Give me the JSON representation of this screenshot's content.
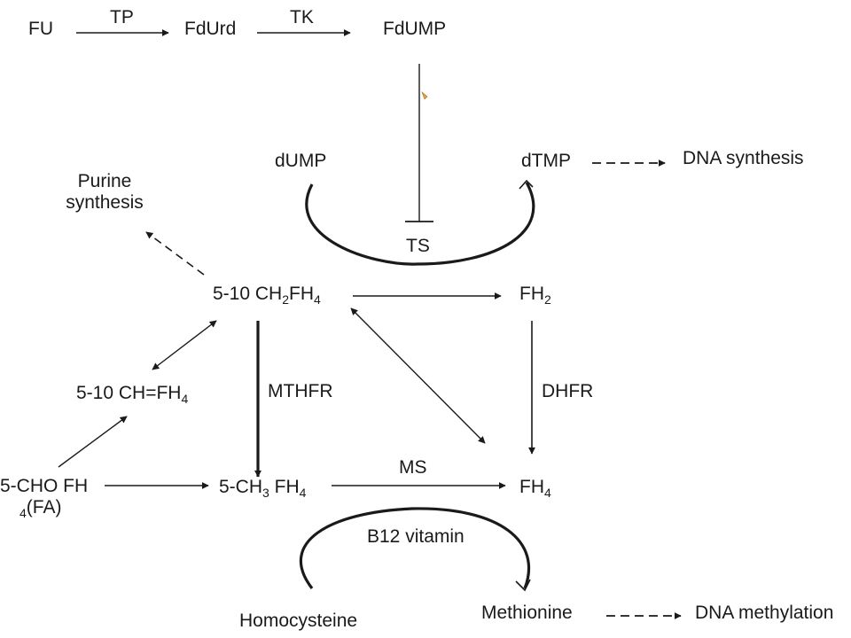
{
  "colors": {
    "ink": "#1a1a1a",
    "background": "#ffffff",
    "fdump_mark": "#e0a83a"
  },
  "nodes": {
    "fu": "FU",
    "fdurd": "FdUrd",
    "fdump": "FdUMP",
    "dump": "dUMP",
    "dtmp": "dTMP",
    "dna_synthesis": "DNA synthesis",
    "purine_line1": "Purine",
    "purine_line2": "synthesis",
    "ch2fh4_prefix": "5-10 CH",
    "ch2fh4_sub1": "2",
    "ch2fh4_mid": "FH",
    "ch2fh4_sub2": "4",
    "fh2_main": "FH",
    "fh2_sub": "2",
    "chfh4_main": "5-10 CH=FH",
    "chfh4_sub": "4",
    "cho_line1": "5-CHO FH",
    "cho_sub": "4",
    "cho_line2": "(FA)",
    "ch3fh4_prefix": "5-CH",
    "ch3fh4_sub1": "3",
    "ch3fh4_mid": " FH",
    "ch3fh4_sub2": "4",
    "fh4_main": "FH",
    "fh4_sub": "4",
    "homocysteine": "Homocysteine",
    "methionine": "Methionine",
    "dna_methylation": "DNA methylation"
  },
  "enzymes": {
    "tp": "TP",
    "tk": "TK",
    "ts": "TS",
    "mthfr": "MTHFR",
    "dhfr": "DHFR",
    "ms": "MS",
    "b12": "B12 vitamin"
  }
}
